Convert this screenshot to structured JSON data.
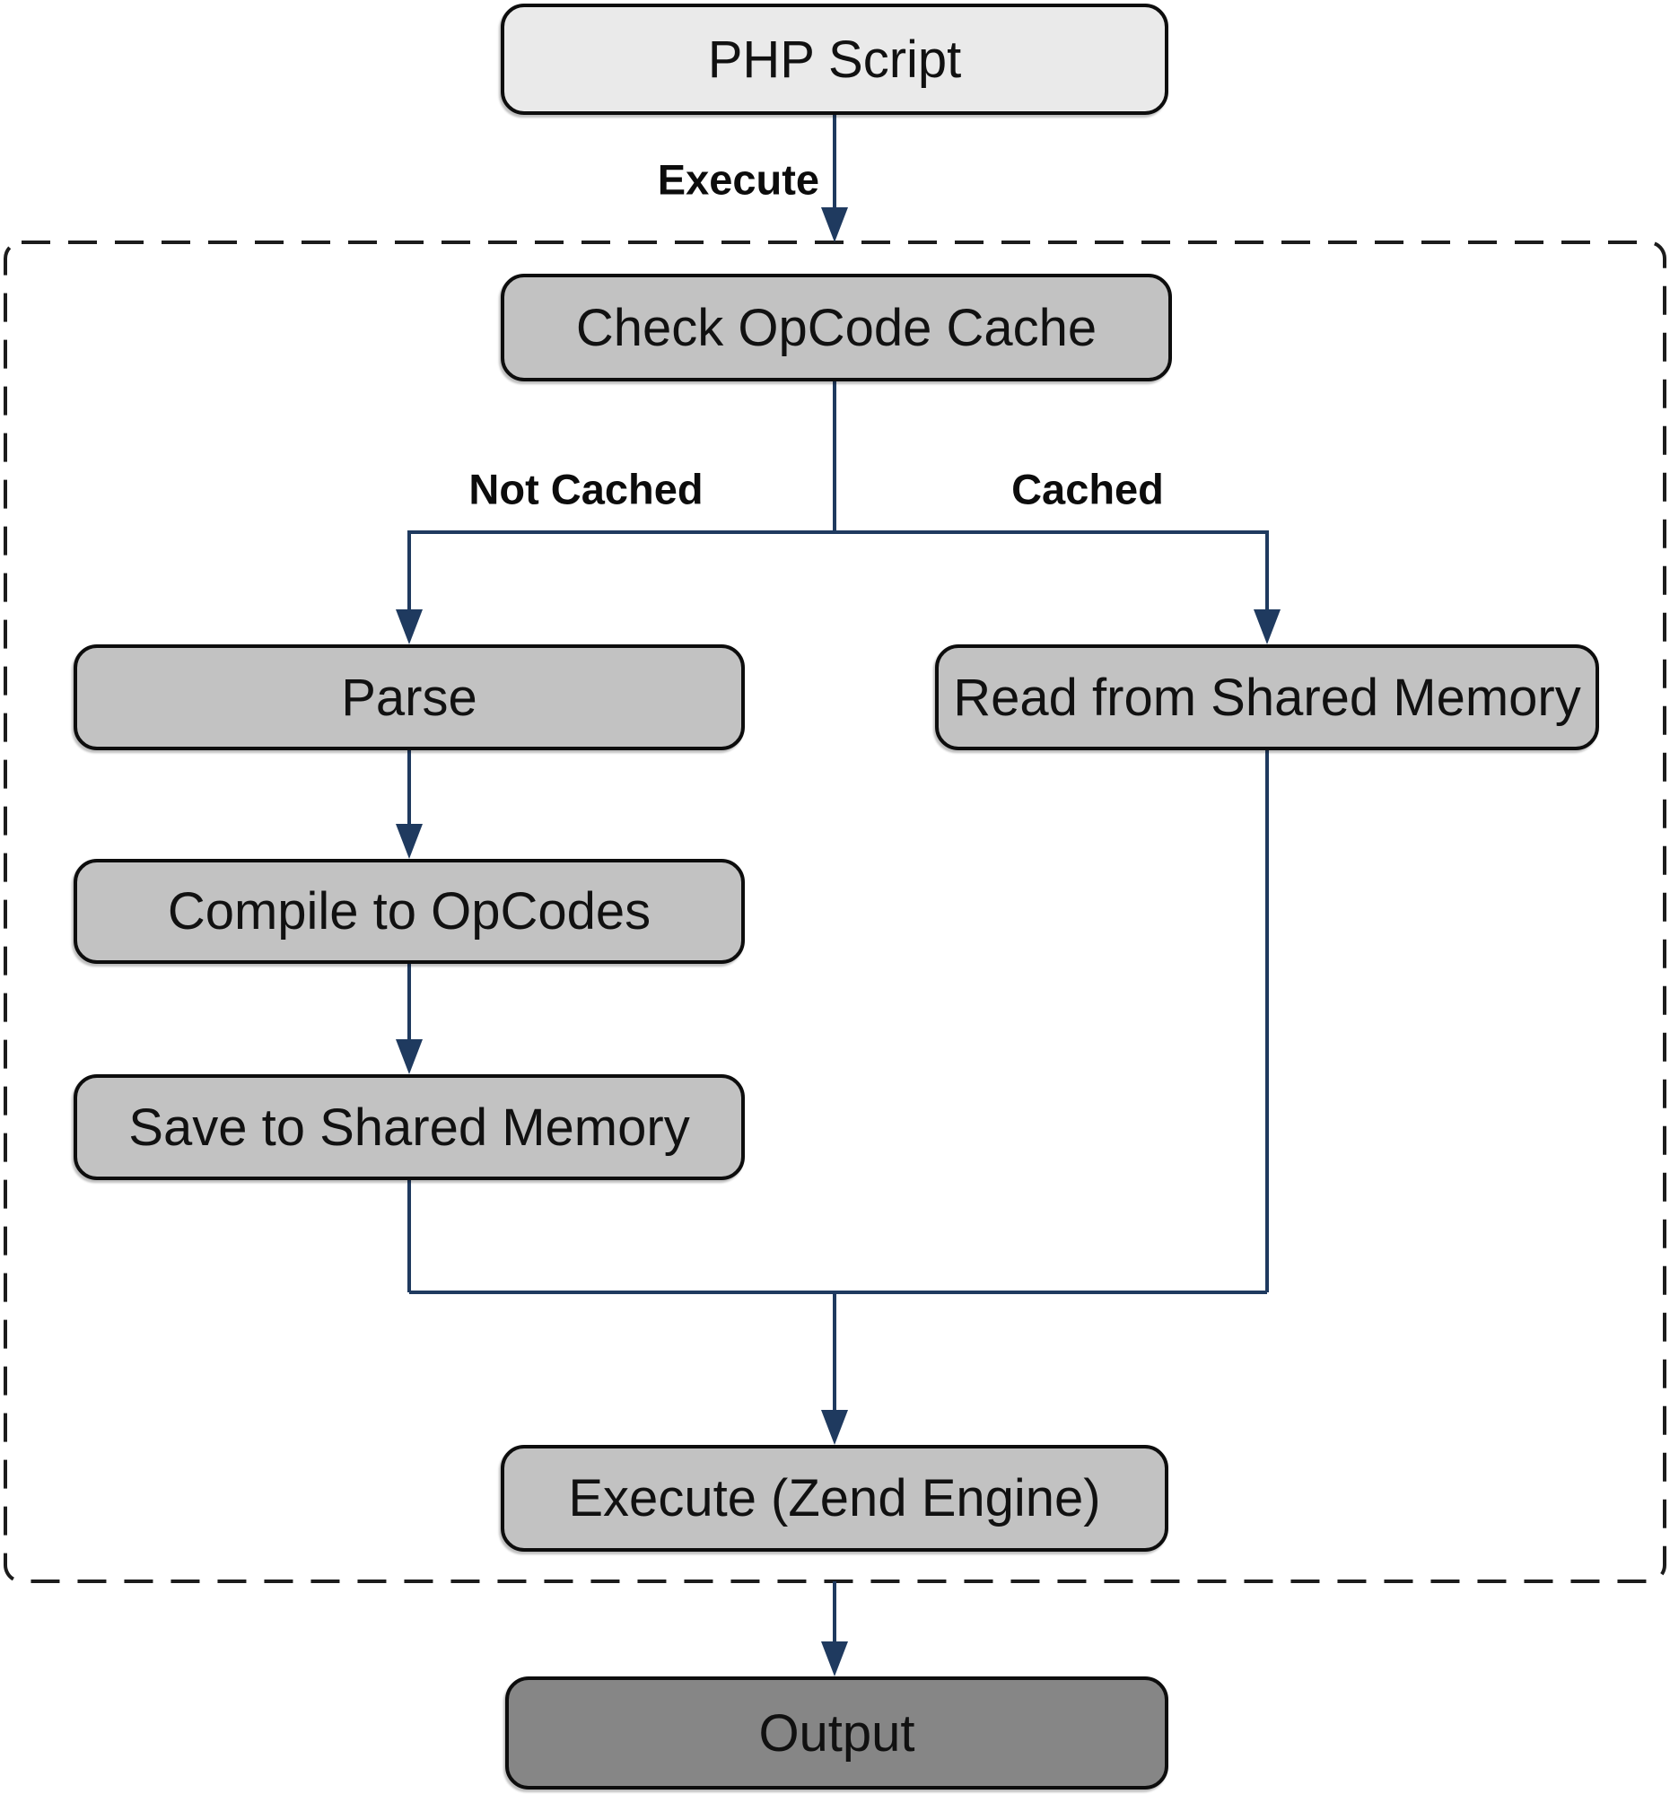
{
  "nodes": {
    "php_script": {
      "label": "PHP Script"
    },
    "check_opcode_cache": {
      "label": "Check OpCode Cache"
    },
    "parse": {
      "label": "Parse"
    },
    "read_shared_memory": {
      "label": "Read from Shared Memory"
    },
    "compile_opcodes": {
      "label": "Compile to OpCodes"
    },
    "save_shared_memory": {
      "label": "Save to Shared Memory"
    },
    "execute_zend": {
      "label": "Execute (Zend Engine)"
    },
    "output": {
      "label": "Output"
    }
  },
  "edge_labels": {
    "execute": "Execute",
    "not_cached": "Not Cached",
    "cached": "Cached"
  },
  "colors": {
    "arrow_color": "#1f3a5f",
    "node_fill_light": "#eaeaea",
    "node_fill_medium": "#c2c2c2",
    "node_fill_dark": "#868686",
    "node_border_color": "#0d0d0d",
    "dashed_border_color": "#1c1c1c"
  }
}
